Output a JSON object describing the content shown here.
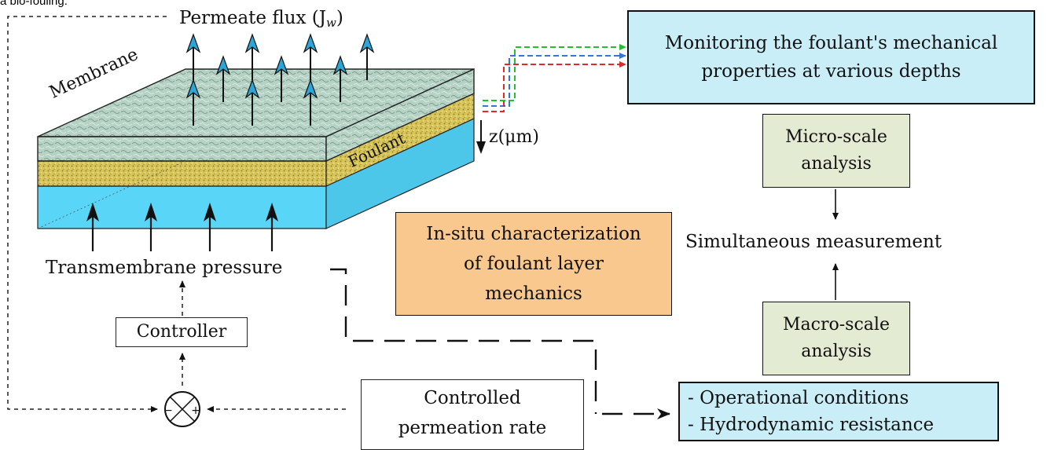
{
  "caption_fragment": "a bio-fouling.",
  "labels": {
    "permeate_flux": "Permeate flux (J",
    "permeate_flux_sub": "w",
    "permeate_flux_close": ")",
    "membrane": "Membrane",
    "foulant": "Foulant",
    "z_axis": "z(μm)",
    "transmembrane_pressure": "Transmembrane pressure",
    "simultaneous_measurement": "Simultaneous measurement"
  },
  "boxes": {
    "monitoring": [
      "Monitoring the foulant's mechanical",
      "properties at various depths"
    ],
    "micro_scale": [
      "Micro-scale",
      "analysis"
    ],
    "macro_scale": [
      "Macro-scale",
      "analysis"
    ],
    "in_situ": [
      "In-situ characterization",
      "of foulant layer",
      "mechanics"
    ],
    "controller": [
      "Controller"
    ],
    "controlled_rate": [
      "Controlled",
      "permeation rate"
    ],
    "conditions": [
      "- Operational conditions",
      "- Hydrodynamic resistance"
    ]
  },
  "summing_junction": {
    "minus": "−",
    "plus": "+"
  },
  "colors": {
    "light_blue_box": "#c9eef8",
    "green_box": "#e3ecd2",
    "orange_box": "#f9c88e",
    "water": "#59d6f7",
    "membrane": "#a9c9b9",
    "foulant": "#d8c55a",
    "arrow_blue": "#2aa6d8",
    "line_green": "#22c02a",
    "line_blue": "#3478d6",
    "line_red": "#e02a2a"
  }
}
